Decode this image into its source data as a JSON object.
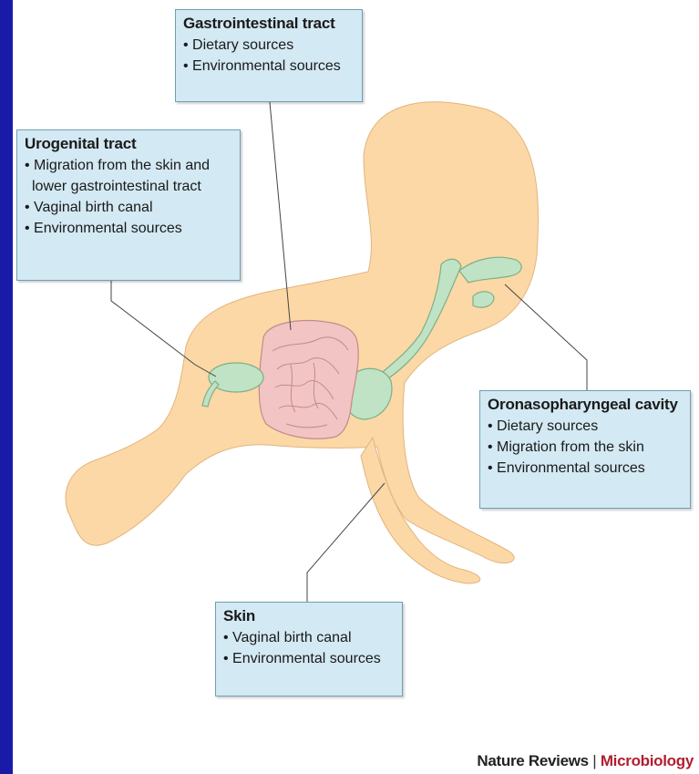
{
  "labels": {
    "gastrointestinal": {
      "title": "Gastrointestinal tract",
      "items": [
        "Dietary sources",
        "Environmental sources"
      ]
    },
    "urogenital": {
      "title": "Urogenital tract",
      "items": [
        "Migration from the skin and lower gastrointestinal tract",
        "Vaginal birth canal",
        "Environmental sources"
      ]
    },
    "oronasopharyngeal": {
      "title": "Oronasopharyngeal cavity",
      "items": [
        "Dietary sources",
        "Migration from the skin",
        "Environmental sources"
      ]
    },
    "skin": {
      "title": "Skin",
      "items": [
        "Vaginal birth canal",
        "Environmental sources"
      ]
    }
  },
  "footer": {
    "journal": "Nature Reviews",
    "separator": "|",
    "section": "Microbiology"
  },
  "colors": {
    "background": "#1a1aa8",
    "body": "#fbd8a6",
    "intestine": "#f2c4c4",
    "airway": "#bfe3c4",
    "label_box": "#d3e9f3",
    "accent": "#b01e2f"
  }
}
